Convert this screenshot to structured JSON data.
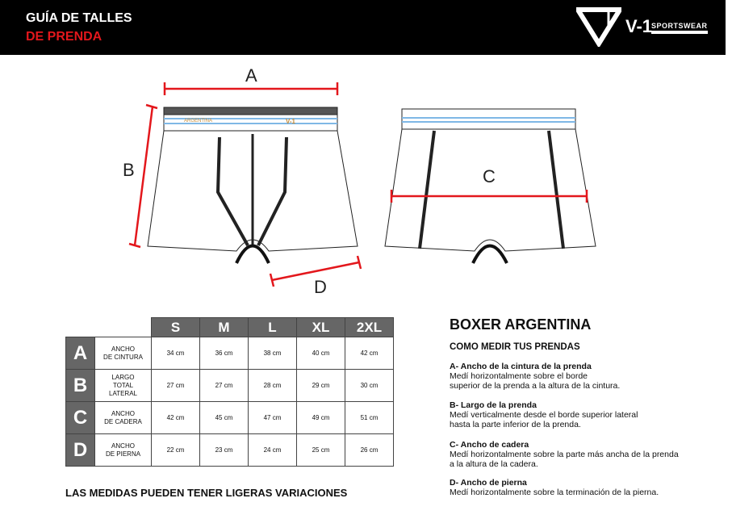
{
  "header": {
    "title_line1": "GUÍA DE TALLES",
    "title_line2": "DE PRENDA",
    "logo_brand": "V-1",
    "logo_sub": "SPORTSWEAR"
  },
  "diagram": {
    "labels": {
      "a": "A",
      "b": "B",
      "c": "C",
      "d": "D"
    },
    "waistband_text": "ARGENTINA",
    "waistband_logo": "V-1"
  },
  "table": {
    "sizes": [
      "S",
      "M",
      "L",
      "XL",
      "2XL"
    ],
    "rows": [
      {
        "letter": "A",
        "desc": [
          "ANCHO",
          "DE CINTURA"
        ],
        "values": [
          "34 cm",
          "36 cm",
          "38 cm",
          "40 cm",
          "42 cm"
        ]
      },
      {
        "letter": "B",
        "desc": [
          "LARGO",
          "TOTAL",
          "LATERAL"
        ],
        "values": [
          "27 cm",
          "27 cm",
          "28 cm",
          "29 cm",
          "30 cm"
        ]
      },
      {
        "letter": "C",
        "desc": [
          "ANCHO",
          "DE CADERA"
        ],
        "values": [
          "42 cm",
          "45 cm",
          "47 cm",
          "49 cm",
          "51 cm"
        ]
      },
      {
        "letter": "D",
        "desc": [
          "ANCHO",
          "DE PIERNA"
        ],
        "values": [
          "22 cm",
          "23 cm",
          "24 cm",
          "25 cm",
          "26 cm"
        ]
      }
    ]
  },
  "product": {
    "title": "BOXER ARGENTINA",
    "subtitle": "COMO MEDIR TUS PRENDAS",
    "sections": [
      {
        "title": "A- Ancho de la cintura de la prenda",
        "lines": [
          "Medí horizontalmente sobre el borde",
          "superior de la prenda a la altura de la cintura."
        ]
      },
      {
        "title": "B- Largo de la prenda",
        "lines": [
          "Medí verticalmente desde el borde superior lateral",
          "hasta la parte inferior de la prenda."
        ]
      },
      {
        "title": "C- Ancho de cadera",
        "lines": [
          "Medí horizontalmente sobre la parte más ancha de la prenda",
          "a la altura de la cadera."
        ]
      },
      {
        "title": "D- Ancho de pierna",
        "lines": [
          "Medí horizontalmente sobre la terminación de la pierna."
        ]
      }
    ]
  },
  "footer": "LAS MEDIDAS PUEDEN TENER LIGERAS VARIACIONES"
}
